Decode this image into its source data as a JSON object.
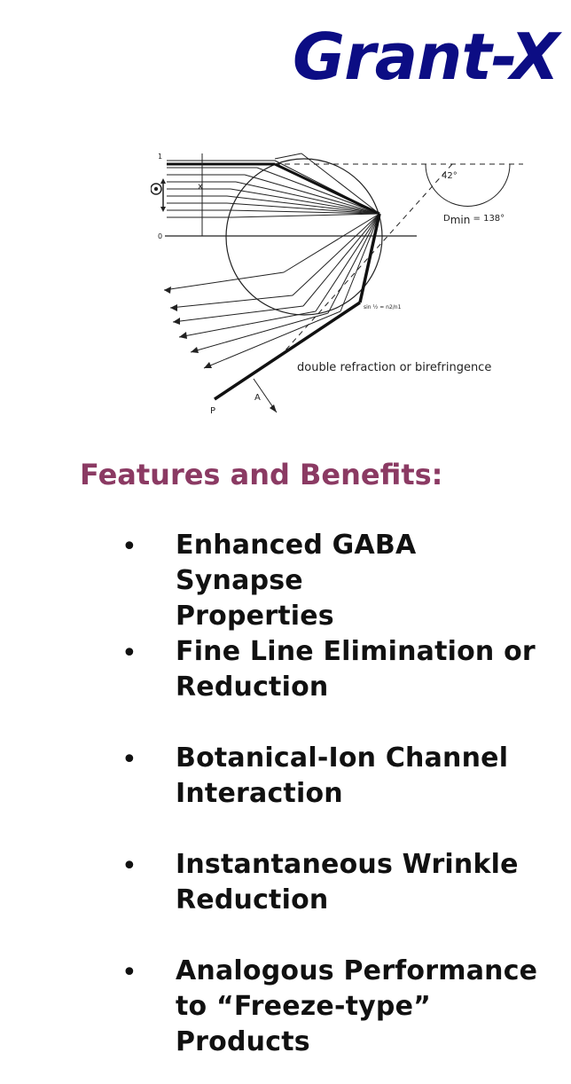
{
  "brand": {
    "title": "Grant-X",
    "color": "#0c0d84"
  },
  "diagram": {
    "label_one": "1",
    "label_zero": "0",
    "label_x": "x",
    "angle_label": "42°",
    "dmin_label": "D",
    "dmin_sub": "min",
    "dmin_value": " = 138°",
    "sine_label": "sin ½ = n2/n1",
    "caption": "double refraction or birefringence",
    "label_a": "A",
    "label_p": "P"
  },
  "features": {
    "title": "Features and Benefits:",
    "title_color": "#8b3a63",
    "items": [
      {
        "line1": "Enhanced GABA Synapse",
        "line2": "Properties",
        "line3": ""
      },
      {
        "line1": "Fine Line Elimination or",
        "line2": "Reduction",
        "line3": ""
      },
      {
        "line1": "Botanical-Ion Channel",
        "line2": "Interaction",
        "line3": ""
      },
      {
        "line1": "Instantaneous Wrinkle",
        "line2": "Reduction",
        "line3": ""
      },
      {
        "line1": "Analogous Performance",
        "line2": "to “Freeze-type”",
        "line3": "Products"
      }
    ]
  }
}
